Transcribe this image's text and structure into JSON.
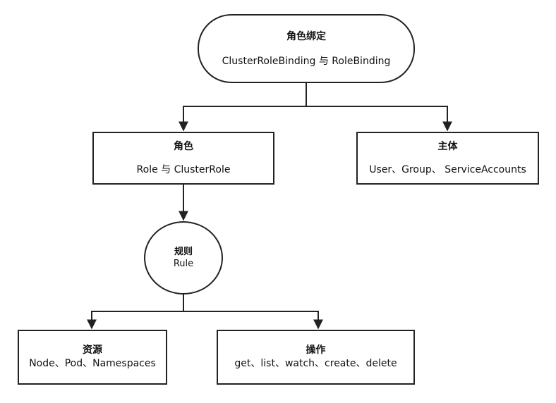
{
  "diagram": {
    "binding": {
      "title": "角色绑定",
      "subtitle": "ClusterRoleBinding  与  RoleBinding"
    },
    "role": {
      "title": "角色",
      "subtitle": "Role  与 ClusterRole"
    },
    "subject": {
      "title": "主体",
      "subtitle": "User、Group、 ServiceAccounts"
    },
    "rule": {
      "title": "规则",
      "subtitle": "Rule"
    },
    "resources": {
      "title": "资源",
      "subtitle": "Node、Pod、Namespaces"
    },
    "operations": {
      "title": "操作",
      "subtitle": "get、list、watch、create、delete"
    }
  },
  "edges": [
    {
      "from": "binding",
      "to": "role"
    },
    {
      "from": "binding",
      "to": "subject"
    },
    {
      "from": "role",
      "to": "rule"
    },
    {
      "from": "rule",
      "to": "resources"
    },
    {
      "from": "rule",
      "to": "operations"
    }
  ],
  "colors": {
    "stroke": "#222222",
    "background": "#ffffff"
  }
}
